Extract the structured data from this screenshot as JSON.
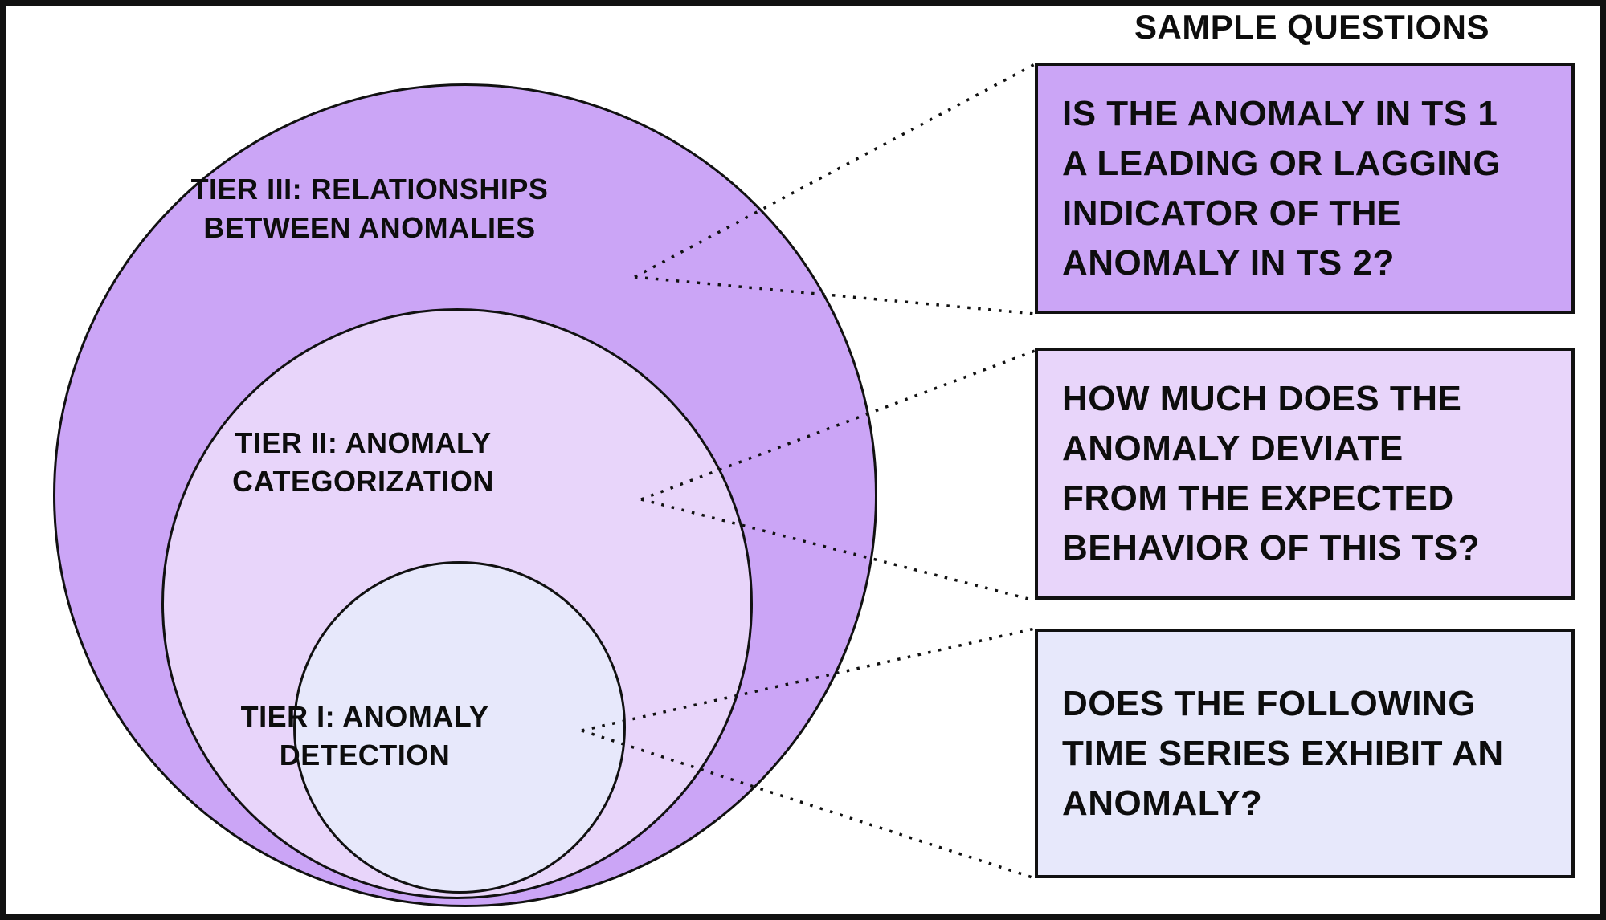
{
  "header": {
    "title": "SAMPLE QUESTIONS"
  },
  "diagram": {
    "tiers": [
      {
        "id": "tier-3",
        "label": "TIER III: RELATIONSHIPS\nBETWEEN ANOMALIES",
        "color": "#cba5f6"
      },
      {
        "id": "tier-2",
        "label": "TIER II: ANOMALY\nCATEGORIZATION",
        "color": "#e8d5fa"
      },
      {
        "id": "tier-1",
        "label": "TIER I: ANOMALY\nDETECTION",
        "color": "#e7e8fb"
      }
    ]
  },
  "questions": [
    {
      "tier": "tier-3",
      "text": "IS THE ANOMALY IN TS 1\nA LEADING OR LAGGING\nINDICATOR OF THE\nANOMALY IN TS 2?",
      "color": "#cba5f6"
    },
    {
      "tier": "tier-2",
      "text": "HOW MUCH DOES THE\nANOMALY DEVIATE\nFROM THE EXPECTED\nBEHAVIOR OF THIS TS?",
      "color": "#e8d5fa"
    },
    {
      "tier": "tier-1",
      "text": "DOES THE FOLLOWING\nTIME SERIES EXHIBIT AN\nANOMALY?",
      "color": "#e7e8fb"
    }
  ],
  "colors": {
    "frame_border": "#111111",
    "background": "#ffffff",
    "text": "#0d0d0d"
  }
}
